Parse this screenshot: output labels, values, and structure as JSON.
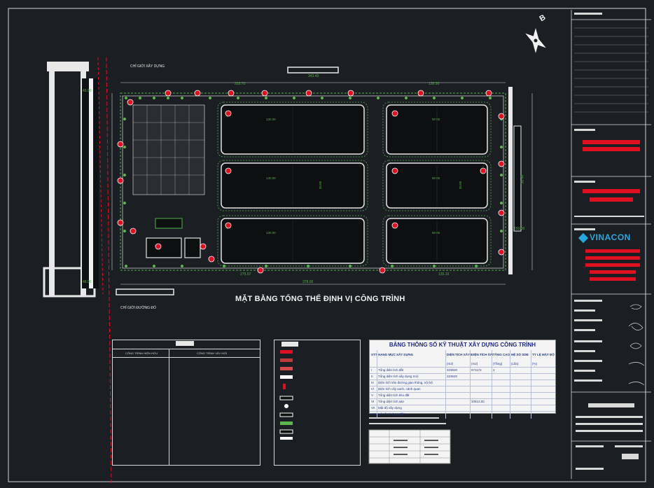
{
  "plan": {
    "title": "MẶT BẰNG TỔNG THỂ ĐỊNH VỊ CÔNG TRÌNH",
    "label_boundary_top": "CHỈ GIỚI XÂY DỰNG",
    "label_boundary_bottom": "CHỈ GIỚI ĐƯỜNG ĐỎ",
    "dims": {
      "top_total": "343.49",
      "bottom_total": "378.00",
      "top_left": "203.70",
      "top_right": "135.30",
      "bottom_left": "279.07",
      "bottom_right": "135.19",
      "left_side": "49.90",
      "right_side": "30.40",
      "right_lower": "150.00",
      "left_lower": "48.00"
    },
    "warehouse_dims": [
      "130.00",
      "90.00",
      "130.00",
      "90.00",
      "130.00",
      "90.00",
      "30.00",
      "30.00"
    ]
  },
  "table": {
    "title": "BẢNG THÔNG SỐ KỸ THUẬT XÂY DỰNG CÔNG TRÌNH",
    "headers": [
      "STT",
      "HẠNG MỤC XÂY DỰNG",
      "DIỆN TÍCH XÂY DỰNG",
      "DIỆN TÍCH SÀN XD",
      "TẦNG CAO",
      "HỆ SỐ SDĐ",
      "TỶ LỆ MẬT ĐỘ"
    ],
    "units": [
      "",
      "",
      "(m2)",
      "(m2)",
      "(Tầng)",
      "(Lần)",
      "(%)"
    ],
    "rows": [
      [
        "I",
        "Tổng diện tích đất",
        "323630",
        "971172",
        "2",
        "",
        ""
      ],
      [
        "II",
        "Tổng diện tích xây dựng mới",
        "323630",
        "",
        "",
        "",
        ""
      ],
      [
        "III",
        "Diện tích sân đường giao thông, nội bộ",
        "",
        "",
        "",
        "",
        ""
      ],
      [
        "IV",
        "Diện tích cây xanh, cảnh quan",
        "",
        "",
        "",
        "",
        ""
      ],
      [
        "V",
        "Tổng diện tích khu đất",
        "",
        "",
        "",
        "",
        ""
      ],
      [
        "VI",
        "Tổng diện tích sàn",
        "",
        "10612.00",
        "",
        "",
        ""
      ],
      [
        "VII",
        "Mật độ xây dựng",
        "",
        "",
        "",
        "",
        ""
      ],
      [
        "VIII",
        "Hệ số sử dụng đất",
        "",
        "",
        "",
        "",
        ""
      ]
    ]
  },
  "notes_header": {
    "col1": "CÔNG TRÌNH HIỆN HỮU",
    "col2": "CÔNG TRÌNH XÂY MỚI"
  },
  "logo": "VINACON",
  "north": "B"
}
